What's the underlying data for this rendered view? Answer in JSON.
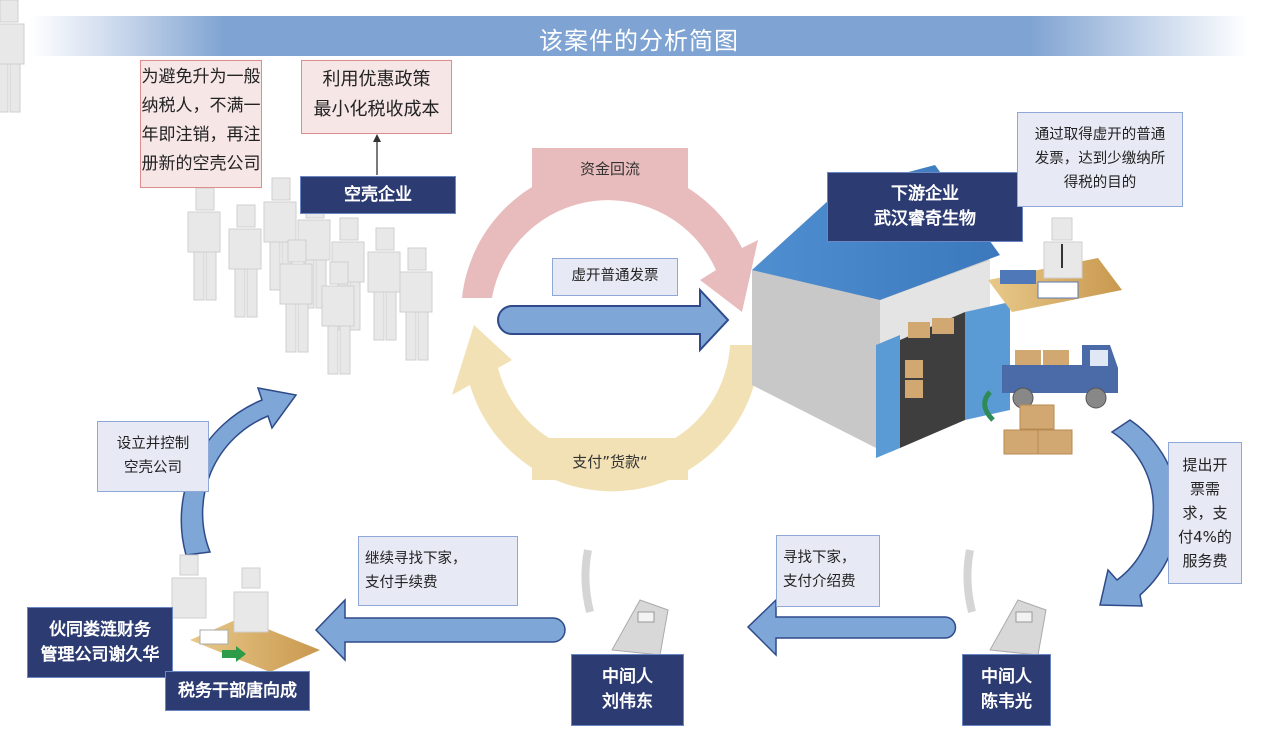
{
  "title": "该案件的分析简图",
  "colors": {
    "banner": "#7fa3d2",
    "navy": "#2c3b72",
    "arrow_blue": "#7ea6d6",
    "cycle_pink": "#e8bcbc",
    "cycle_yellow": "#f3e1b6",
    "note_pink_bg": "#f6e6e6",
    "note_blue_bg": "#e7e9f4"
  },
  "nodes": {
    "shell_company": "空壳企业",
    "downstream": {
      "line1": "下游企业",
      "line2": "武汉睿奇生物"
    },
    "finance_company": {
      "line1": "伙同娄涟财务",
      "line2": "管理公司谢久华"
    },
    "tax_official": "税务干部唐向成",
    "middleman_liu": {
      "line1": "中间人",
      "line2": "刘伟东"
    },
    "middleman_chen": {
      "line1": "中间人",
      "line2": "陈韦光"
    }
  },
  "notes": {
    "avoid_general_taxpayer": [
      "为避免升为一般",
      "纳税人，不满一",
      "年即注销，再注",
      "册新的空壳公司"
    ],
    "use_preferential_policy": [
      "利用优惠政策",
      "最小化税收成本"
    ],
    "downstream_goal": [
      "通过取得虚开的普通",
      "发票，达到少缴纳所",
      "得税的目的"
    ],
    "establish_control": [
      "设立并控制",
      "空壳公司"
    ],
    "continue_find_buyers": [
      "继续寻找下家，",
      "支付手续费"
    ],
    "find_buyers": [
      "寻找下家，",
      "支付介绍费"
    ],
    "invoice_demand": [
      "提出开",
      "票需",
      "求，支",
      "付4%的",
      "服务费"
    ]
  },
  "flows": {
    "fund_return": "资金回流",
    "fake_invoice": "虚开普通发票",
    "payment": "支付”货款“"
  }
}
